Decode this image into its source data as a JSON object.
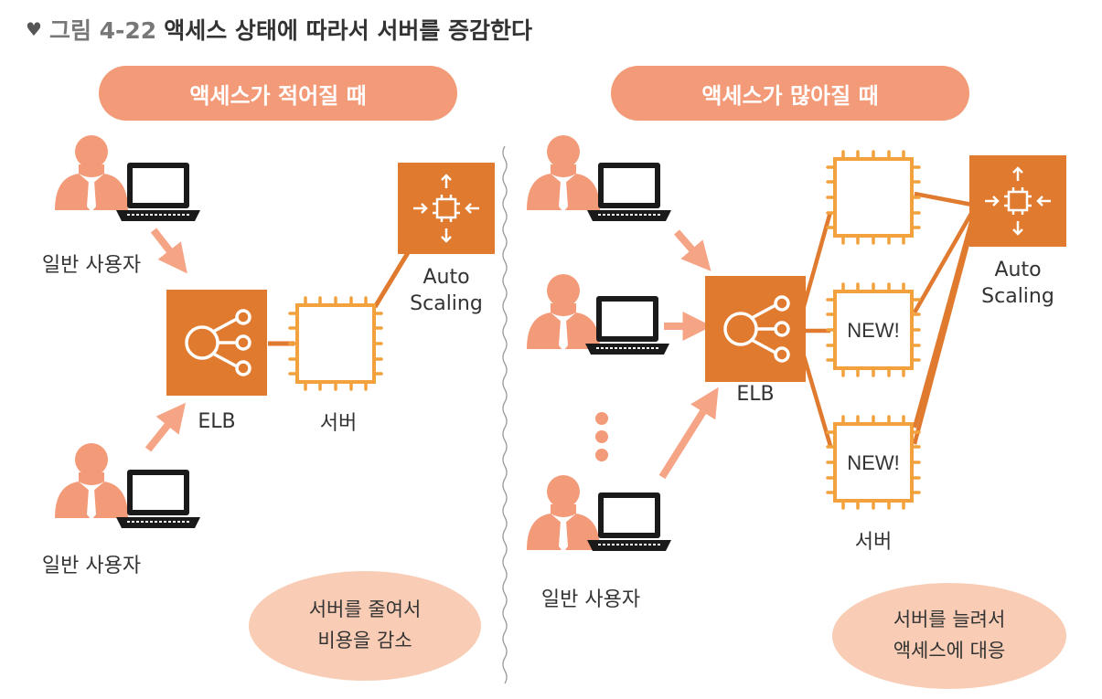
{
  "caption": {
    "marker": "♥",
    "figure_number": "그림 4-22",
    "title": "액세스 상태에 따라서 서버를 증감한다"
  },
  "left_panel": {
    "header": "액세스가 적어질 때",
    "user_label_top": "일반 사용자",
    "user_label_bottom": "일반 사용자",
    "elb_label": "ELB",
    "server_label": "서버",
    "autoscaling_line1": "Auto",
    "autoscaling_line2": "Scaling",
    "note_line1": "서버를 줄여서",
    "note_line2": "비용을 감소"
  },
  "right_panel": {
    "header": "액세스가 많아질 때",
    "user_label": "일반 사용자",
    "elb_label": "ELB",
    "server_label": "서버",
    "new_server_label": "NEW!",
    "autoscaling_line1": "Auto",
    "autoscaling_line2": "Scaling",
    "note_line1": "서버를 늘려서",
    "note_line2": "액세스에 대응"
  },
  "colors": {
    "header_pill": "#f39a78",
    "aws_orange": "#e07a2f",
    "server_chip": "#f2a13c",
    "person": "#f39a78",
    "arrow": "#f5a486",
    "note_ellipse": "#f9cdb5",
    "laptop": "#1a1a1a"
  },
  "icons": [
    "person-icon",
    "laptop-icon",
    "elb-icon",
    "server-chip-icon",
    "auto-scaling-icon",
    "arrow-icon"
  ]
}
